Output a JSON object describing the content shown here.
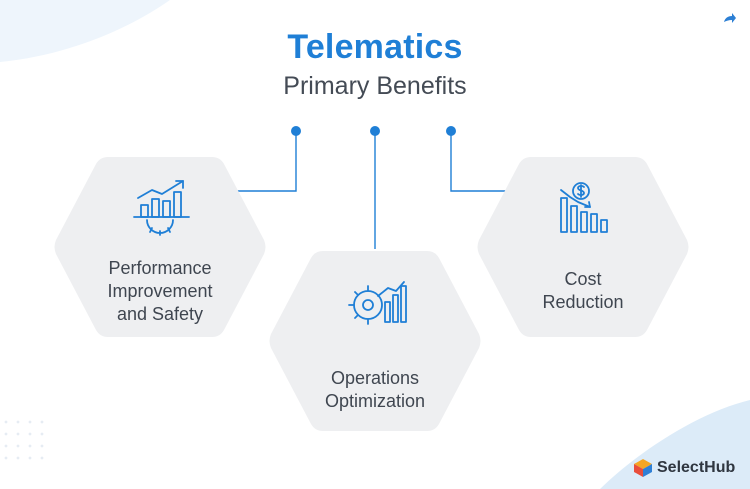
{
  "header": {
    "title": "Telematics",
    "subtitle": "Primary Benefits"
  },
  "benefits": [
    {
      "label_line1": "Performance",
      "label_line2": "Improvement",
      "label_line3": "and Safety",
      "icon": "growth-chart-gear-icon"
    },
    {
      "label_line1": "Operations",
      "label_line2": "Optimization",
      "icon": "gear-bar-chart-icon"
    },
    {
      "label_line1": "Cost",
      "label_line2": "Reduction",
      "icon": "dollar-declining-chart-icon"
    }
  ],
  "brand": {
    "name": "SelectHub",
    "logo_icon": "selecthub-logo-icon"
  },
  "colors": {
    "accent": "#1f7fd6",
    "hex_fill": "#eeeff1",
    "text": "#3f4650",
    "corner_wave": "#dcebf8"
  }
}
